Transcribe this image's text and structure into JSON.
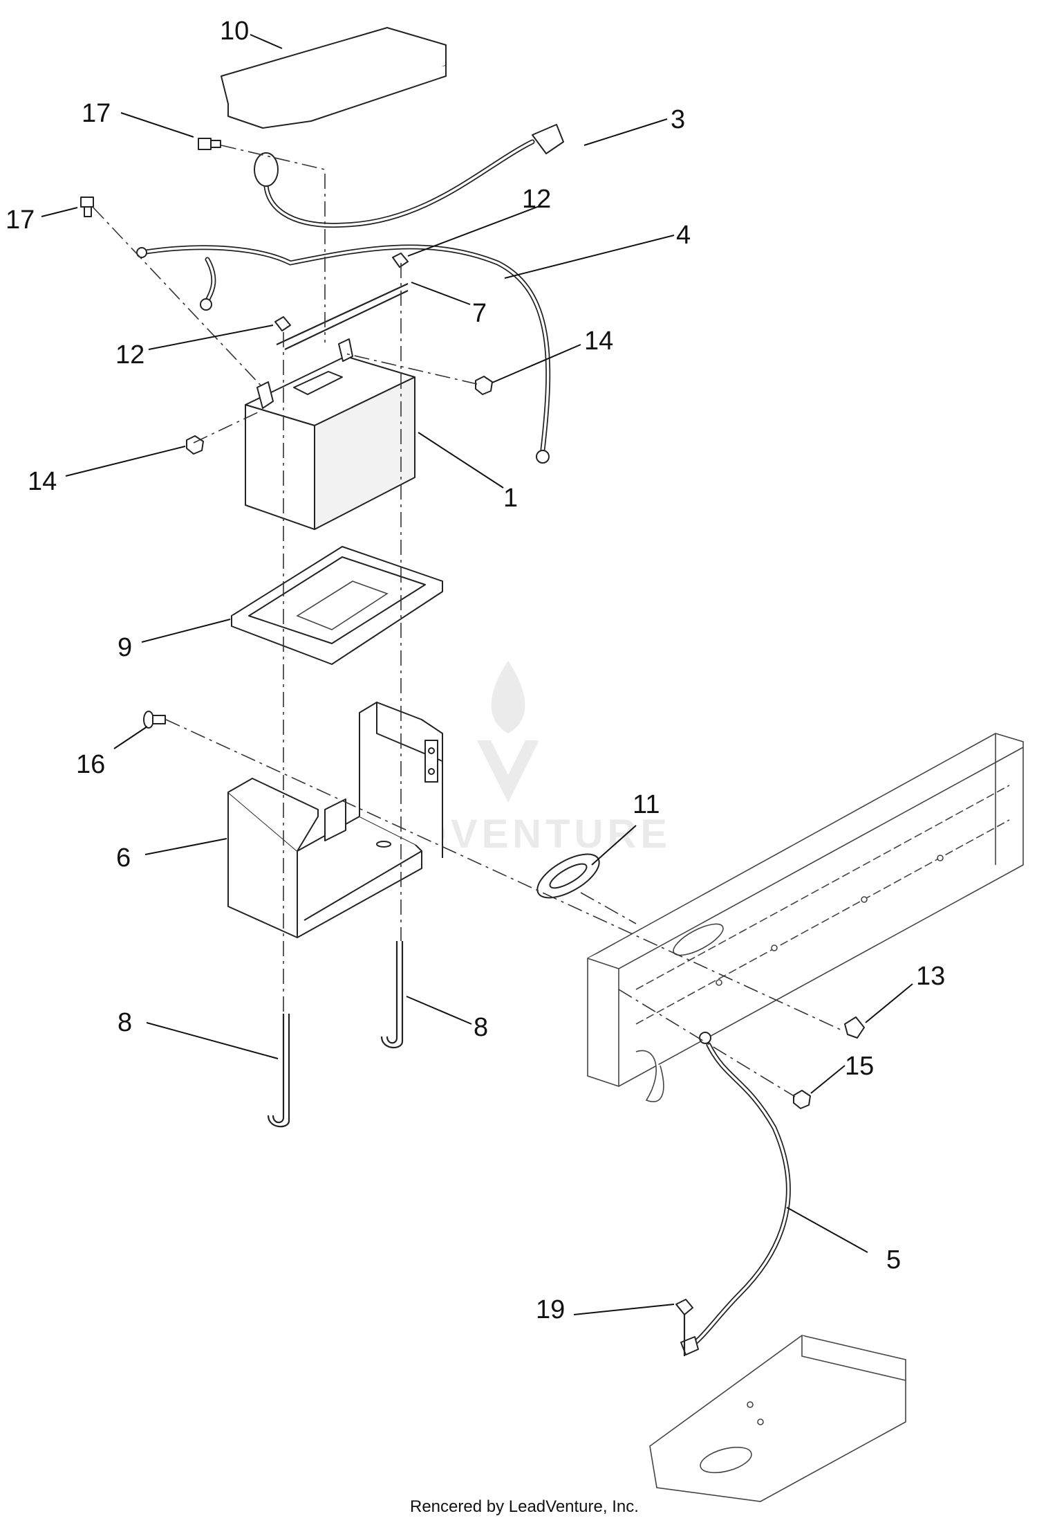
{
  "diagram": {
    "callouts": [
      "10",
      "17",
      "3",
      "17",
      "12",
      "4",
      "7",
      "12",
      "14",
      "14",
      "1",
      "9",
      "16",
      "11",
      "6",
      "13",
      "15",
      "8",
      "8",
      "5",
      "19"
    ],
    "watermark": "LEADVENTURE",
    "footer": "Rencered by LeadVenture, Inc."
  }
}
